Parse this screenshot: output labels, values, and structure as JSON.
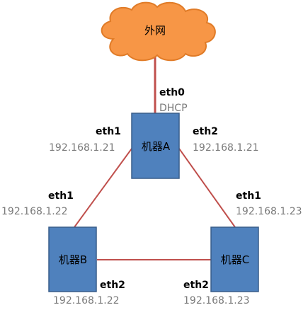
{
  "internet": {
    "label": "外网"
  },
  "machines": {
    "a": {
      "label": "机器A",
      "eth0": {
        "name": "eth0",
        "value": "DHCP"
      },
      "eth1": {
        "name": "eth1",
        "ip": "192.168.1.21"
      },
      "eth2": {
        "name": "eth2",
        "ip": "192.168.1.21"
      }
    },
    "b": {
      "label": "机器B",
      "eth1": {
        "name": "eth1",
        "ip": "192.168.1.22"
      },
      "eth2": {
        "name": "eth2",
        "ip": "192.168.1.22"
      }
    },
    "c": {
      "label": "机器C",
      "eth1": {
        "name": "eth1",
        "ip": "192.168.1.23"
      },
      "eth2": {
        "name": "eth2",
        "ip": "192.168.1.23"
      }
    }
  },
  "colors": {
    "cloud_fill": "#f79646",
    "cloud_stroke": "#e07b27",
    "box_fill": "#4f81bd",
    "box_stroke": "#385d8a",
    "link_lines": "#c0504d"
  }
}
